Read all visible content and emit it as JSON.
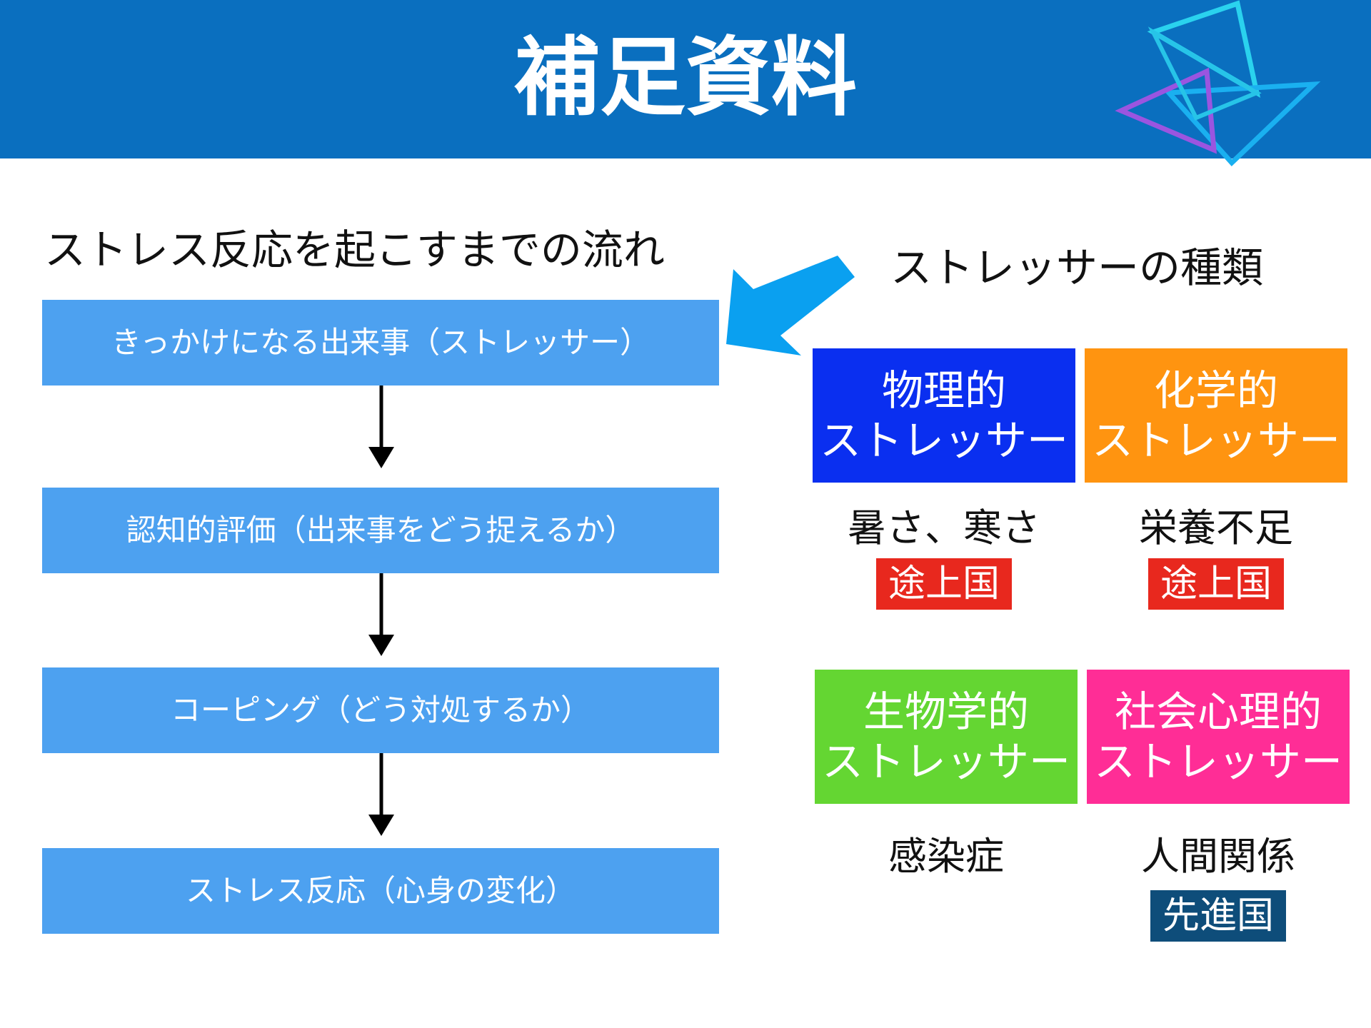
{
  "header": {
    "title": "補足資料"
  },
  "flow": {
    "heading": "ストレス反応を起こすまでの流れ",
    "steps": [
      "きっかけになる出来事（ストレッサー）",
      "認知的評価（出来事をどう捉えるか）",
      "コーピング（どう対処するか）",
      "ストレス反応（心身の変化）"
    ]
  },
  "types": {
    "heading": "ストレッサーの種類",
    "items": [
      {
        "line1": "物理的",
        "line2": "ストレッサー",
        "color": "#0a2ff0",
        "example": "暑さ、寒さ",
        "tag": "途上国",
        "tag_color": "#e8281e"
      },
      {
        "line1": "化学的",
        "line2": "ストレッサー",
        "color": "#ff9410",
        "example": "栄養不足",
        "tag": "途上国",
        "tag_color": "#e8281e"
      },
      {
        "line1": "生物学的",
        "line2": "ストレッサー",
        "color": "#64d632",
        "example": "感染症"
      },
      {
        "line1": "社会心理的",
        "line2": "ストレッサー",
        "color": "#ff2d96",
        "example": "人間関係",
        "tag": "先進国",
        "tag_color": "#0e4d7a"
      }
    ]
  },
  "colors": {
    "header_bg": "#0a6fbf",
    "flow_box": "#4da1f0",
    "pointer_arrow": "#0aa0f0"
  }
}
